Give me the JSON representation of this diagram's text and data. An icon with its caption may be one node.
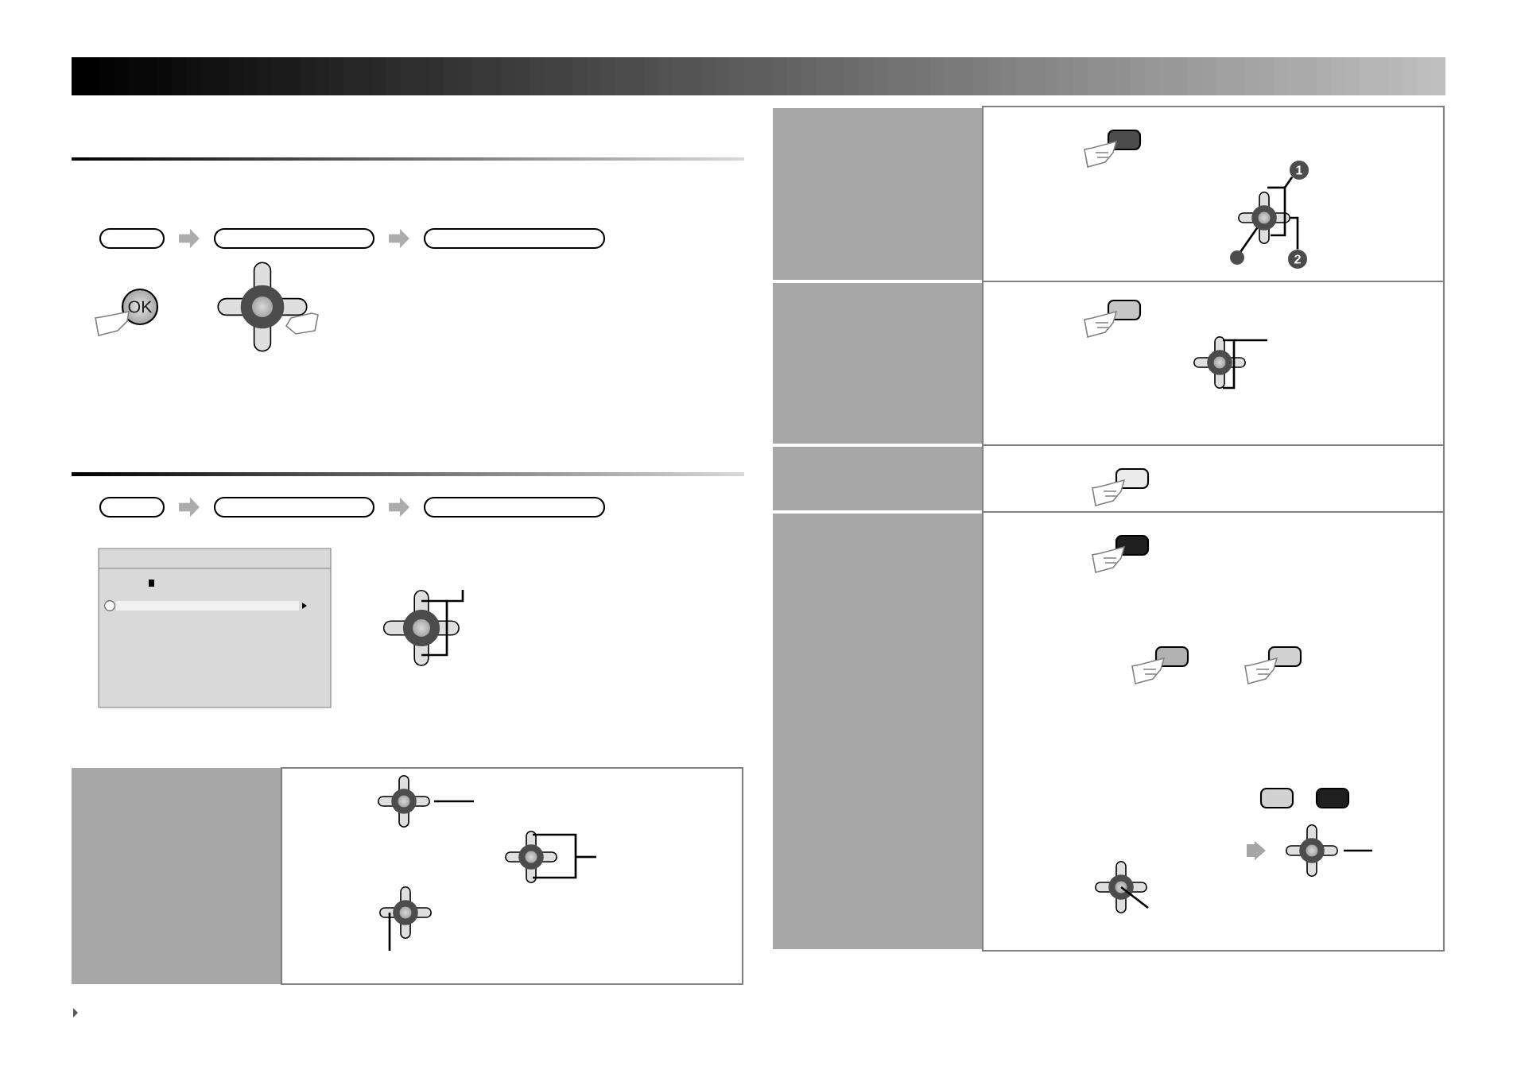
{
  "diagram": {
    "nodes": [
      {
        "text": [],
        "shape": "box"
      },
      {
        "text": [],
        "shape": "box"
      },
      {
        "text": [],
        "shape": "box"
      },
      {
        "text": [],
        "shape": "box"
      },
      {
        "text": [],
        "shape": "box"
      },
      {
        "text": [],
        "shape": "box"
      },
      {
        "text": [
          "1"
        ]
      },
      {
        "text": [
          "2"
        ]
      },
      {
        "text": [],
        "shape": "cross"
      }
    ],
    "edges": [
      {
        "from": 0,
        "to": 1,
        "arrow": "to"
      },
      {
        "from": 1,
        "to": 2,
        "arrow": "to"
      },
      {
        "from": 3,
        "to": 4,
        "arrow": "to"
      },
      {
        "from": 4,
        "to": 5,
        "arrow": "to"
      },
      {
        "from": 6,
        "to": 8,
        "arrow": "none",
        "color": "#000000"
      },
      {
        "from": 7,
        "to": 8,
        "arrow": "none",
        "color": "#000000"
      }
    ],
    "labels": [
      "OK"
    ]
  }
}
